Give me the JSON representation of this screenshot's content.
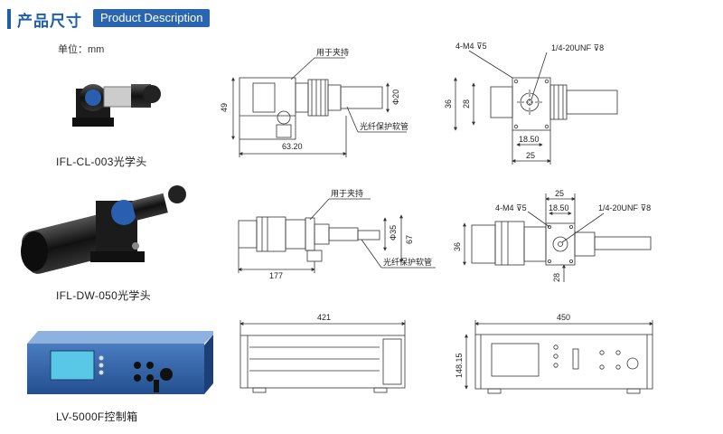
{
  "header": {
    "title": "产品尺寸",
    "subtitle": "Product Description"
  },
  "unit_label": "单位：mm",
  "products": [
    {
      "name": "IFL-CL-003光学头",
      "side": {
        "clamp": "用于夹持",
        "hose": "光纤保护软管",
        "length": "63.20",
        "height": "49",
        "diameter": "Φ20"
      },
      "front": {
        "thread_a": "4-M4 ⊽5",
        "thread_b": "1/4-20UNF ⊽8",
        "h_outer": "36",
        "h_inner": "28",
        "w_inner": "18.50",
        "w_outer": "25"
      }
    },
    {
      "name": "IFL-DW-050光学头",
      "side": {
        "clamp": "用于夹持",
        "hose": "光纤保护软管",
        "length": "177",
        "height": "67",
        "diameter": "Φ35"
      },
      "front": {
        "thread_a": "4-M4 ⊽5",
        "thread_b": "1/4-20UNF ⊽8",
        "h_outer": "36",
        "h_inner": "28",
        "w_inner": "18.50",
        "w_outer": "25"
      }
    },
    {
      "name": "LV-5000F控制箱",
      "side": {
        "width": "421"
      },
      "front": {
        "width": "450",
        "height": "148.15"
      }
    }
  ],
  "colors": {
    "accent": "#1d5fa8",
    "box_blue": "#2f62a8",
    "screen_cyan": "#59c8e6"
  }
}
